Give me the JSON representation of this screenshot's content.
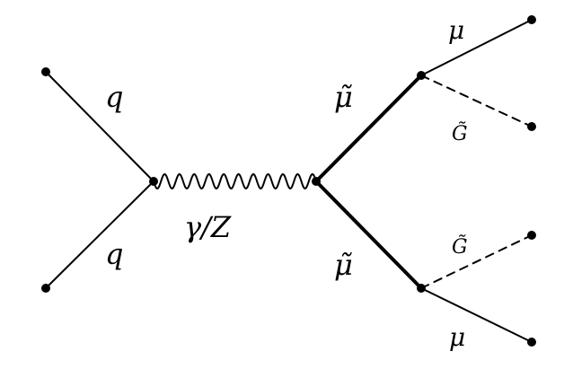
{
  "labels": {
    "quark_top": "q",
    "quark_bottom": "q",
    "boson": "γ/Z",
    "smuon_top": "μ̃",
    "smuon_bottom": "μ̃",
    "muon_top": "μ",
    "muon_bottom": "μ",
    "gravitino_top": "G̃",
    "gravitino_bottom": "G̃"
  },
  "colors": {
    "ink": "#000000",
    "background": "#ffffff"
  }
}
